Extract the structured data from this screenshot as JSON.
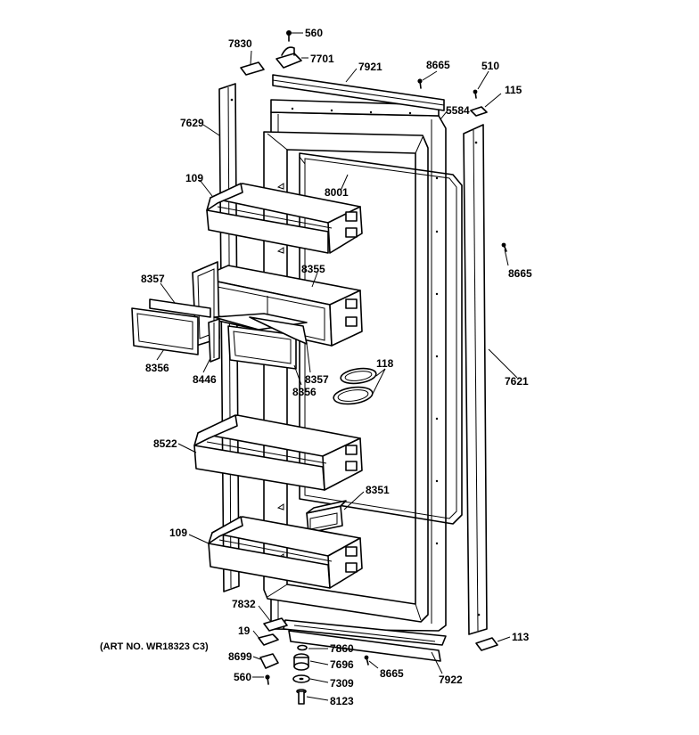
{
  "parts": {
    "p560_top": "560",
    "p7830": "7830",
    "p7701": "7701",
    "p7921": "7921",
    "p8665_top": "8665",
    "p510": "510",
    "p115": "115",
    "p5584": "5584",
    "p7629": "7629",
    "p109_top": "109",
    "p8001": "8001",
    "p8665_right": "8665",
    "p8357_left": "8357",
    "p8355": "8355",
    "p8356_left": "8356",
    "p8446": "8446",
    "p8357_mid": "8357",
    "p8356_mid": "8356",
    "p118": "118",
    "p7621": "7621",
    "p8522": "8522",
    "p8351": "8351",
    "p109_bottom": "109",
    "p7832": "7832",
    "p19": "19",
    "p8699": "8699",
    "p560_bottom": "560",
    "p7860": "7860",
    "p7696": "7696",
    "p7309": "7309",
    "p8123": "8123",
    "p8665_bottom": "8665",
    "p7922": "7922",
    "p113": "113"
  },
  "art_number": "(ART NO. WR18323 C3)"
}
